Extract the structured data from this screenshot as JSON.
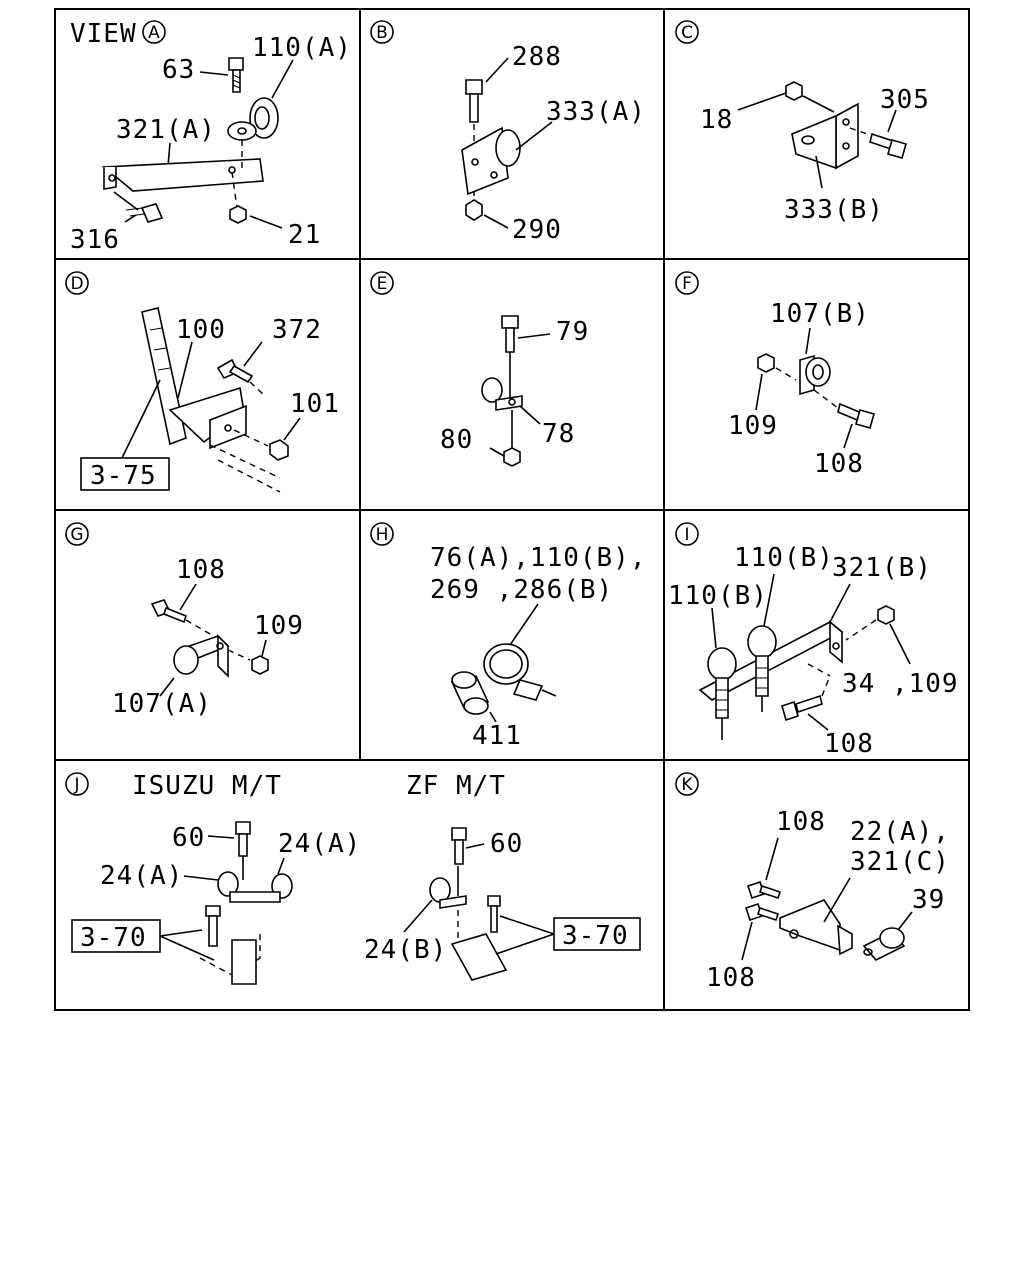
{
  "panels": {
    "A": {
      "view_prefix": "VIEW",
      "letter": "A",
      "labels": {
        "l63": "63",
        "l110a": "110(A)",
        "l321a": "321(A)",
        "l316": "316",
        "l21": "21"
      }
    },
    "B": {
      "letter": "B",
      "labels": {
        "l288": "288",
        "l333a": "333(A)",
        "l290": "290"
      }
    },
    "C": {
      "letter": "C",
      "labels": {
        "l18": "18",
        "l305": "305",
        "l333b": "333(B)"
      }
    },
    "D": {
      "letter": "D",
      "labels": {
        "l100": "100",
        "l372": "372",
        "l101": "101",
        "ref": "3-75"
      }
    },
    "E": {
      "letter": "E",
      "labels": {
        "l79": "79",
        "l78": "78",
        "l80": "80"
      }
    },
    "F": {
      "letter": "F",
      "labels": {
        "l107b": "107(B)",
        "l109": "109",
        "l108": "108"
      }
    },
    "G": {
      "letter": "G",
      "labels": {
        "l108": "108",
        "l109": "109",
        "l107a": "107(A)"
      }
    },
    "H": {
      "letter": "H",
      "labels": {
        "line1": "76(A),110(B),",
        "line2": "269 ,286(B)",
        "l411": "411"
      }
    },
    "I": {
      "letter": "I",
      "labels": {
        "l110b_1": "110(B)",
        "l110b_2": "110(B)",
        "l321b": "321(B)",
        "l34_109": "34 ,109",
        "l108": "108"
      }
    },
    "J": {
      "letter": "J",
      "labels": {
        "isuzu": "ISUZU M/T",
        "zf": "ZF M/T",
        "l60a": "60",
        "l24a_r": "24(A)",
        "l24a_l": "24(A)",
        "ref_l": "3-70",
        "l60b": "60",
        "l24b": "24(B)",
        "ref_r": "3-70"
      }
    },
    "K": {
      "letter": "K",
      "labels": {
        "l108_top": "108",
        "l22a": "22(A),",
        "l321c": "321(C)",
        "l39": "39",
        "l108_bot": "108"
      }
    }
  }
}
